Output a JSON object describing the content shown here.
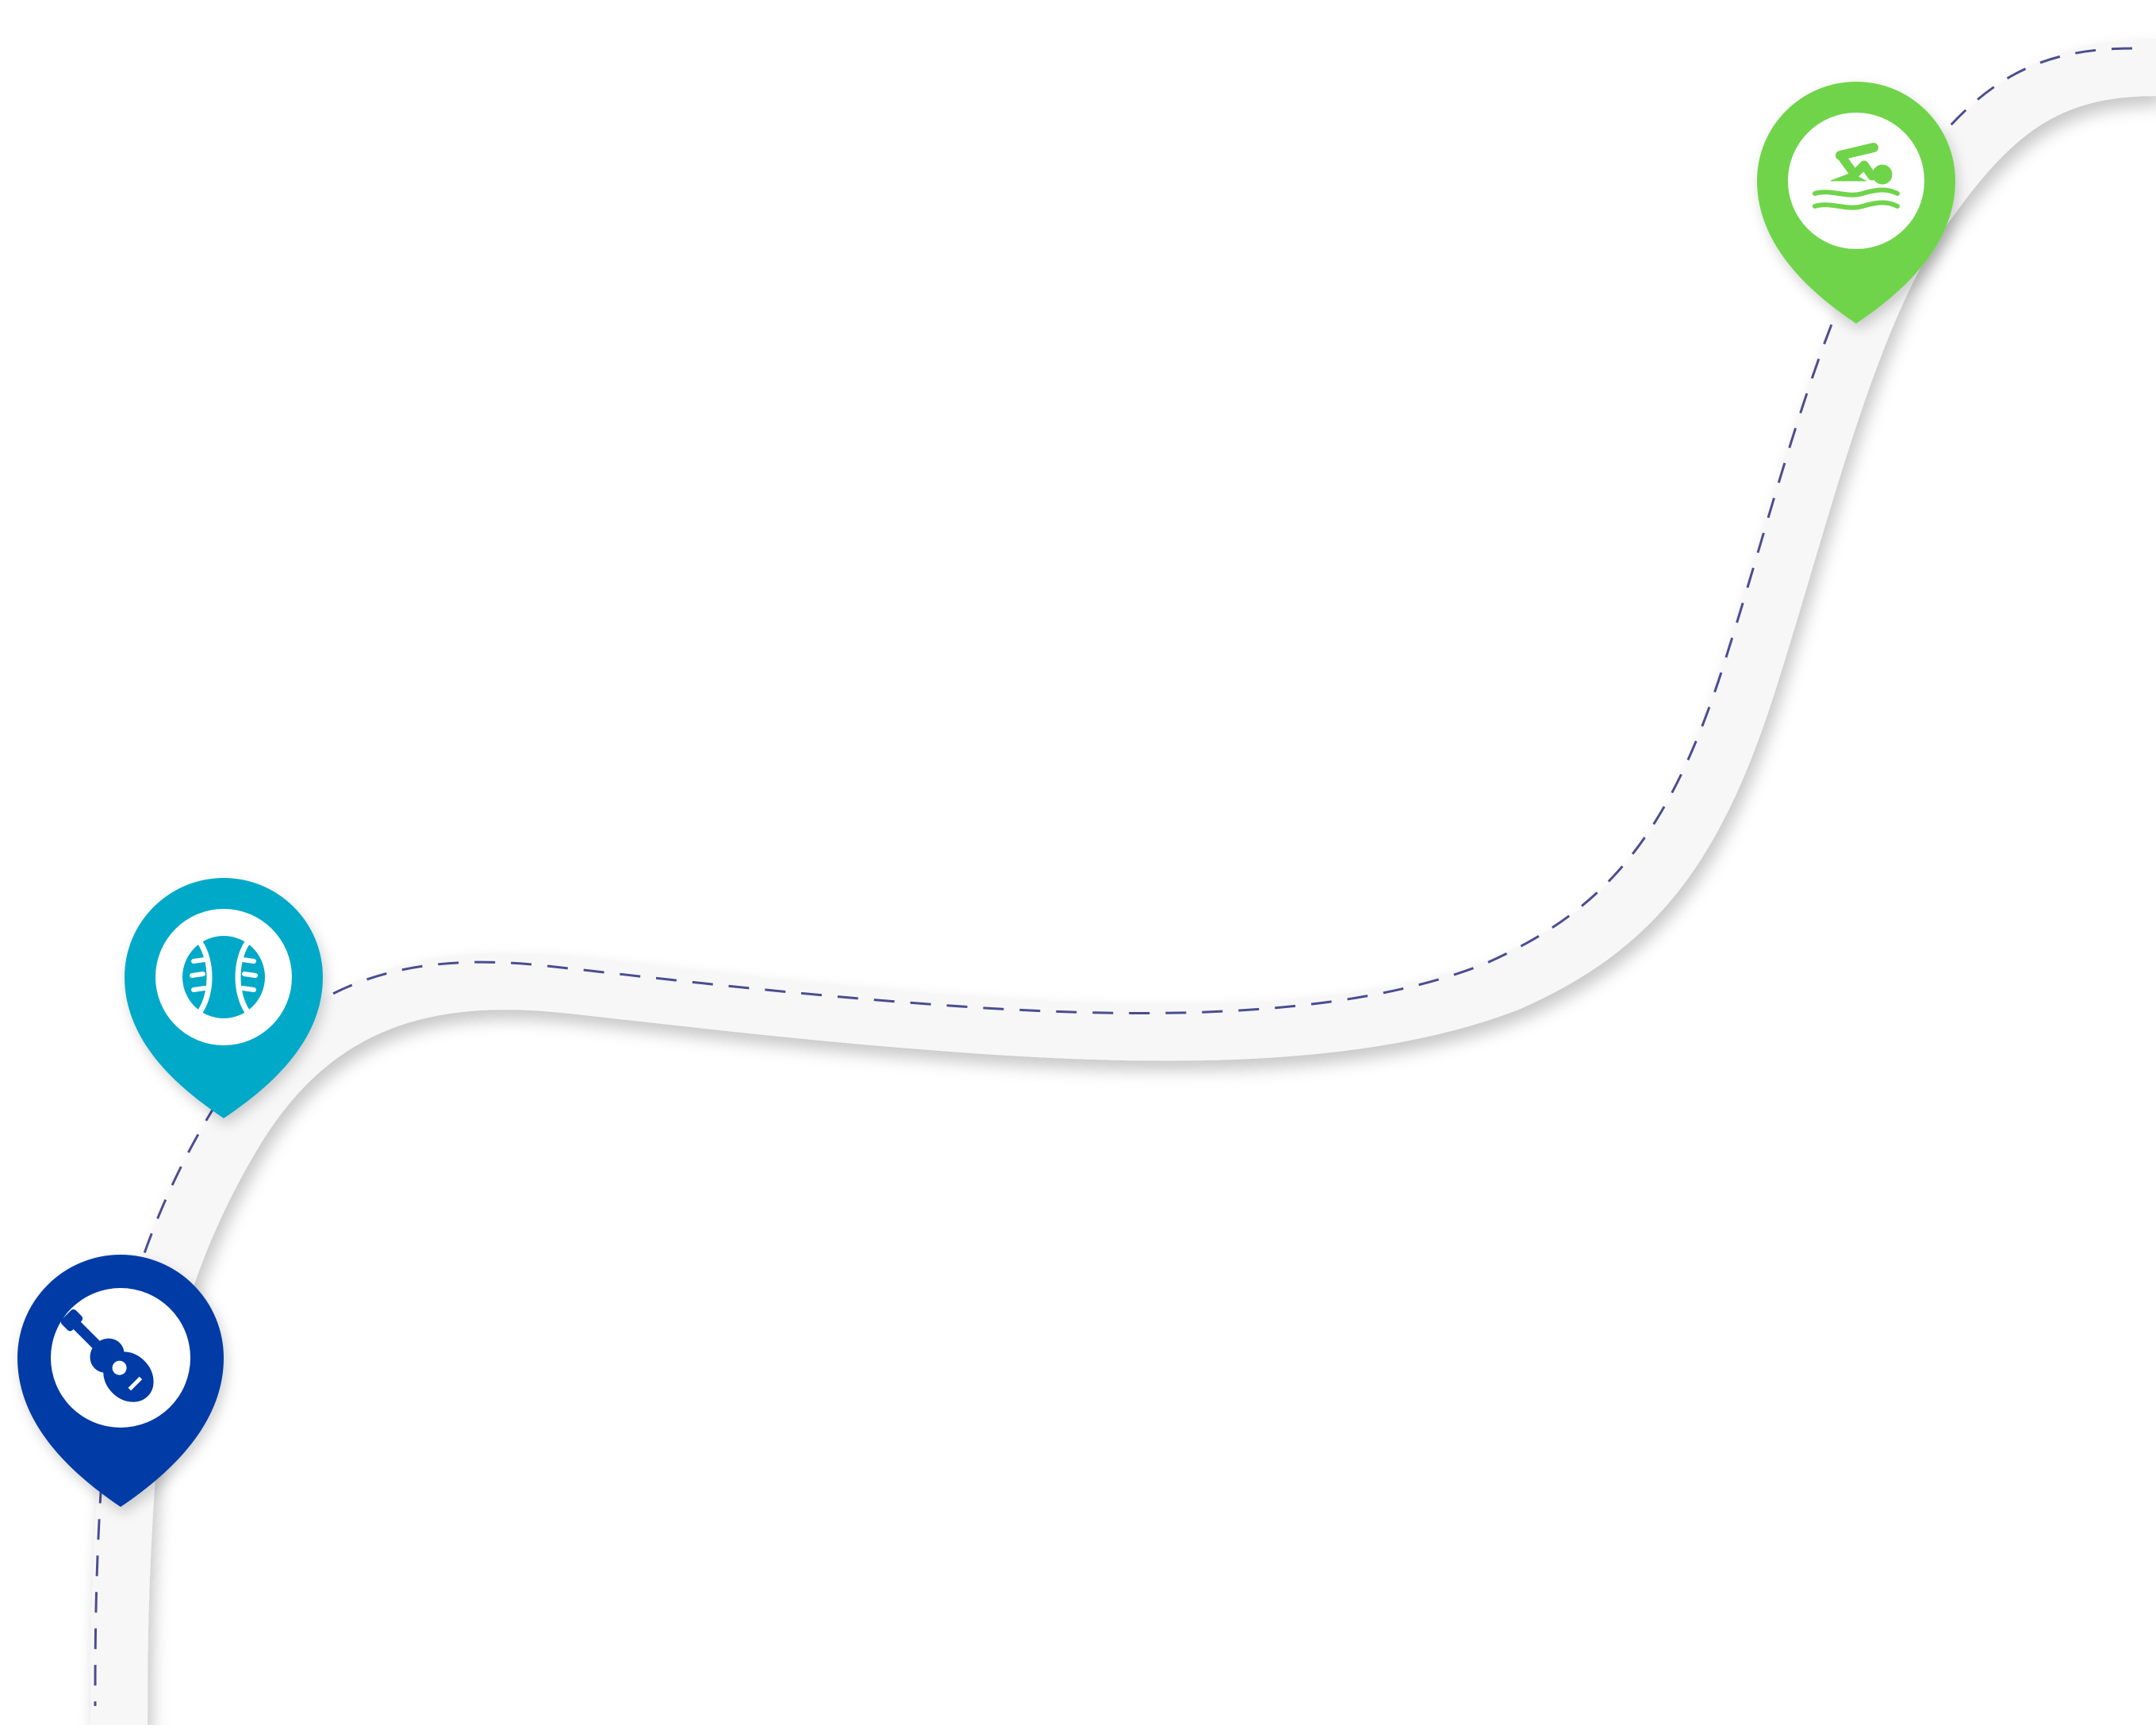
{
  "colors": {
    "background": "#ffffff",
    "road": "#f7f7f8",
    "road_shadow": "#c9c9c9",
    "dash_line": "#4a4d8f",
    "pin_inner": "#ffffff"
  },
  "markers": [
    {
      "name": "swimming-pin",
      "icon": "swimming-icon",
      "color": "#70d44b"
    },
    {
      "name": "baseball-pin",
      "icon": "baseball-icon",
      "color": "#00a9c8"
    },
    {
      "name": "guitar-pin",
      "icon": "guitar-icon",
      "color": "#003aa6"
    }
  ]
}
